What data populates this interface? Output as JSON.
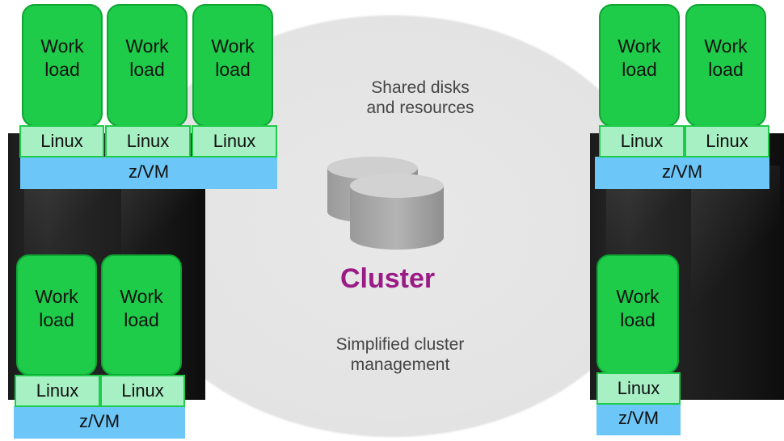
{
  "center": {
    "shared_label_1": "Shared disks",
    "shared_label_2": "and resources",
    "cluster_label": "Cluster",
    "mgmt_label_1": "Simplified cluster",
    "mgmt_label_2": "management"
  },
  "workload": {
    "line1": "Work",
    "line2": "load"
  },
  "linux_label": "Linux",
  "zvm_label": "z/VM",
  "colors": {
    "workload_fill": "#1ecc4a",
    "linux_fill": "#a7f0c4",
    "zvm_fill": "#6cc6f7",
    "cluster_text": "#9b1b86",
    "ellipse_fill": "#e3e3e3",
    "server_body": "#1b1b1b"
  }
}
